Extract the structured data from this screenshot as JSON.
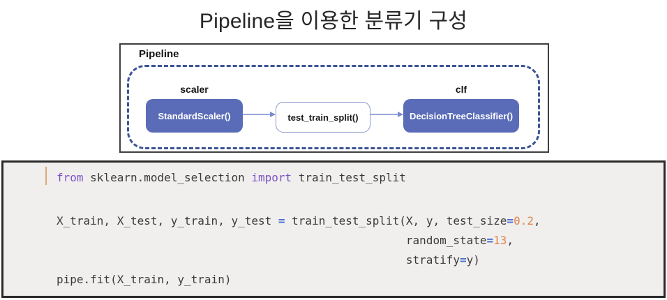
{
  "title": "Pipeline을 이용한 분류기 구성",
  "diagram": {
    "label": "Pipeline",
    "nodes": [
      {
        "label": "scaler",
        "value": "StandardScaler()",
        "style": "filled"
      },
      {
        "label": "",
        "value": "test_train_split()",
        "style": "outline"
      },
      {
        "label": "clf",
        "value": "DecisionTreeClassifier()",
        "style": "filled"
      }
    ],
    "colors": {
      "node_fill": "#5a6cb8",
      "node_text": "#ffffff",
      "outline_node_border": "#8a97cf",
      "dashed_border": "#3d5494",
      "arrow": "#7b8ac9",
      "container_border": "#3f3f3f"
    }
  },
  "code": {
    "colors": {
      "background": "#f0efed",
      "border": "#2a2a2a",
      "keyword": "#7e52c6",
      "operator": "#4a6cd4",
      "number": "#de854f",
      "text": "#3b3b3b",
      "cell_indicator": "#ddab76"
    },
    "lines": [
      {
        "tokens": [
          {
            "t": "from"
          },
          {
            "t": " sklearn.model_selection "
          },
          {
            "t": "import"
          },
          {
            "t": " train_test_split"
          }
        ]
      },
      {
        "tokens": []
      },
      {
        "tokens": [
          {
            "t": "X_train, X_test, y_train, y_test "
          },
          {
            "t": "="
          },
          {
            "t": " train_test_split(X, y, test_size"
          },
          {
            "t": "="
          },
          {
            "t": "0.2"
          },
          {
            "t": ","
          }
        ]
      },
      {
        "tokens": [
          {
            "t": "                                                    random_state"
          },
          {
            "t": "="
          },
          {
            "t": "13"
          },
          {
            "t": ","
          }
        ]
      },
      {
        "tokens": [
          {
            "t": "                                                    stratify"
          },
          {
            "t": "="
          },
          {
            "t": "y)"
          }
        ]
      },
      {
        "tokens": [
          {
            "t": "pipe.fit(X_train, y_train)"
          }
        ]
      }
    ]
  }
}
